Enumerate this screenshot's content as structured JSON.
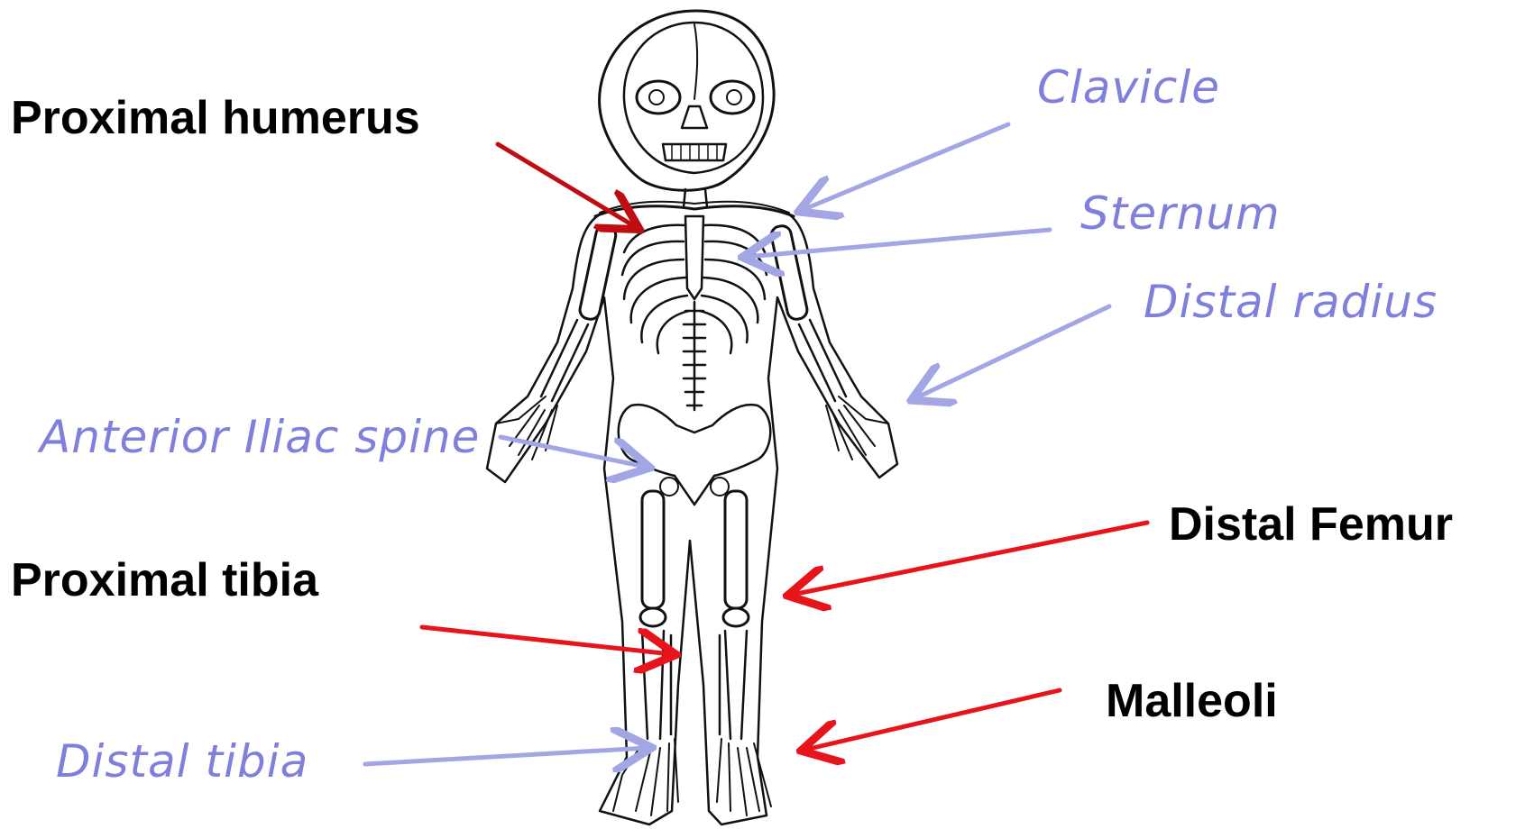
{
  "colors": {
    "growth_plate_arrow": "#e8141b",
    "humerus_arrow": "#c00d12",
    "other_site_arrow": "#a3a6e4",
    "other_site_text": "#7f7fdc",
    "growth_plate_text": "#000000",
    "skeleton_line": "#111111"
  },
  "labels": {
    "proximal_humerus": "Proximal humerus",
    "clavicle": "Clavicle",
    "sternum": "Sternum",
    "distal_radius": "Distal radius",
    "anterior_iliac_spine": "Anterior Iliac spine",
    "distal_femur": "Distal Femur",
    "proximal_tibia": "Proximal tibia",
    "malleoli": "Malleoli",
    "distal_tibia": "Distal tibia"
  }
}
